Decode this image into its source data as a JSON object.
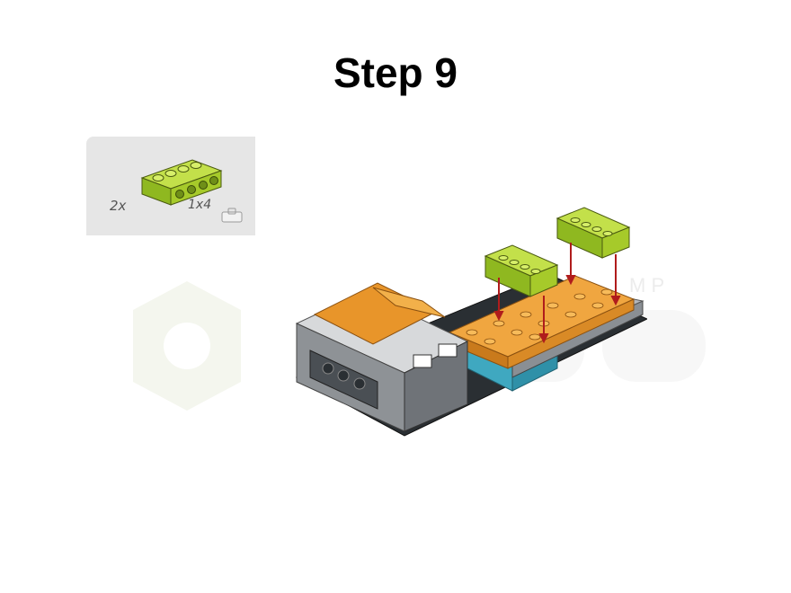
{
  "step": {
    "title": "Step 9"
  },
  "parts_list": {
    "items": [
      {
        "quantity": "2x",
        "size": "1x4",
        "icon": "technic-brick-1x4-icon",
        "color": "#a6ca2a"
      }
    ],
    "bag_icon": "bag-icon"
  },
  "watermark": {
    "text": "M P",
    "icon": "hexagon-logo-icon"
  },
  "colors": {
    "lime": "#a6ca2a",
    "orange": "#e8952a",
    "grey": "#9a9a9a",
    "dark": "#2a2f33",
    "teal": "#3fa8c0",
    "arrow": "#b01c1c"
  }
}
